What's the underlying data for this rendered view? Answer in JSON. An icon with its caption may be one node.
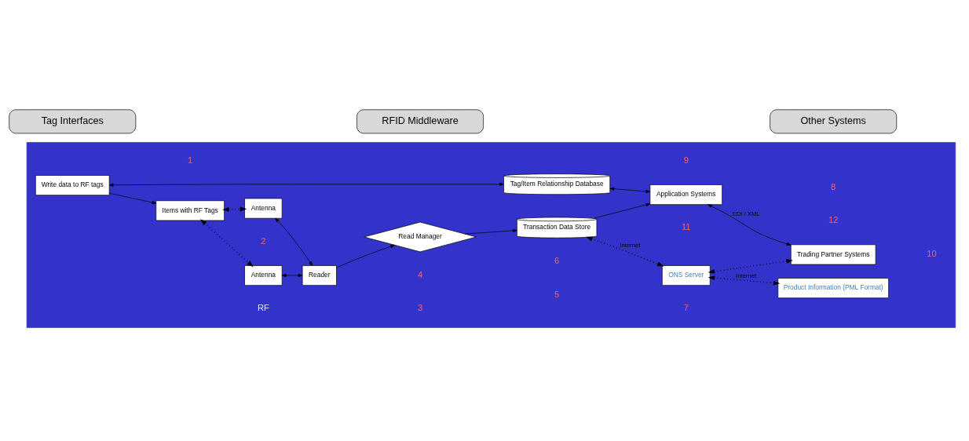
{
  "diagram": {
    "nodes": [
      {
        "text": [],
        "shape": "box"
      },
      {
        "text": [
          "Write data to RF tags"
        ],
        "in": 0
      },
      {
        "text": [
          "Items with RF Tags"
        ],
        "in": 0
      },
      {
        "text": [
          "Antenna"
        ],
        "in": 0
      },
      {
        "text": [
          "Antenna"
        ],
        "in": 0
      },
      {
        "text": [
          "Reader"
        ],
        "in": 0
      },
      {
        "text": [
          "Read Manager"
        ],
        "in": 0
      },
      {
        "text": [
          "Transaction Data Store"
        ],
        "in": 0
      },
      {
        "text": [
          "Application Systems"
        ],
        "in": 0
      },
      {
        "text": [
          "Trading Partner Systems"
        ],
        "in": 0
      },
      {
        "text": [
          "Tag/Item Relationship Database"
        ],
        "in": 0
      },
      {
        "text": [
          "ONS Server"
        ],
        "in": 0
      },
      {
        "text": [
          "Product Information (PML Format)"
        ],
        "in": 0
      },
      {
        "text": [
          "Tag Interfaces"
        ]
      },
      {
        "text": [
          "RFID Middleware"
        ]
      },
      {
        "text": [
          "Other Systems"
        ]
      }
    ],
    "edges": [
      {
        "from": 1,
        "to": 2,
        "arrow": "to"
      },
      {
        "from": 2,
        "to": 3,
        "arrow": "both",
        "style": "dashed"
      },
      {
        "from": 2,
        "to": 4,
        "arrow": "both",
        "style": "dashed"
      },
      {
        "from": 3,
        "to": 5,
        "arrow": "both"
      },
      {
        "from": 4,
        "to": 5,
        "arrow": "both"
      },
      {
        "from": 5,
        "to": 6,
        "arrow": "to"
      },
      {
        "from": 6,
        "to": 7,
        "arrow": "to"
      },
      {
        "from": 7,
        "to": 8,
        "arrow": "to"
      },
      {
        "from": 1,
        "to": 10,
        "arrow": "both"
      },
      {
        "from": 10,
        "to": 8,
        "arrow": "both"
      },
      {
        "from": 8,
        "to": 9,
        "arrow": "both",
        "label": "EDI / XML"
      },
      {
        "from": 7,
        "to": 11,
        "arrow": "both",
        "style": "dashed",
        "label": "Internet"
      },
      {
        "from": 11,
        "to": 12,
        "arrow": "both",
        "style": "dashed",
        "label": "Internet"
      },
      {
        "from": 11,
        "to": 9,
        "arrow": "both",
        "style": "dashed"
      }
    ],
    "labels": [
      "11",
      "12",
      "RF",
      "1",
      "2",
      "3",
      "4",
      "5",
      "6",
      "7",
      "8",
      "10",
      "9"
    ]
  }
}
